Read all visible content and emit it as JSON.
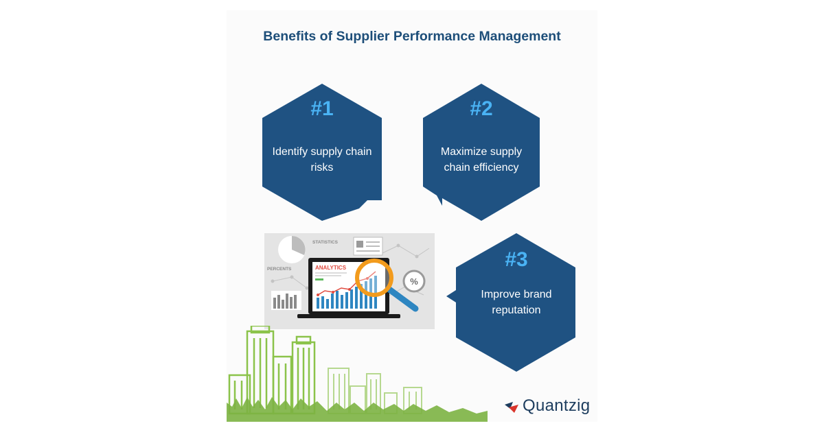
{
  "title": "Benefits of Supplier Performance Management",
  "colors": {
    "hexagon": "#1f5282",
    "number": "#4ab3f4",
    "title": "#1d4e79"
  },
  "benefits": [
    {
      "number": "#1",
      "line1": "Identify supply chain",
      "line2": "risks"
    },
    {
      "number": "#2",
      "line1": "Maximize supply",
      "line2": "chain efficiency"
    },
    {
      "number": "#3",
      "line1": "Improve brand",
      "line2": "reputation"
    }
  ],
  "illustration": {
    "screen_heading": "ANALYTICS",
    "labels": [
      "STATISTICS",
      "PERCENTS"
    ],
    "percent_glyph": "%"
  },
  "logo": {
    "text": "Quantzig"
  },
  "icons": [
    "magnifier-icon",
    "pie-chart-icon",
    "bar-chart-icon",
    "quantzig-logo-mark"
  ]
}
